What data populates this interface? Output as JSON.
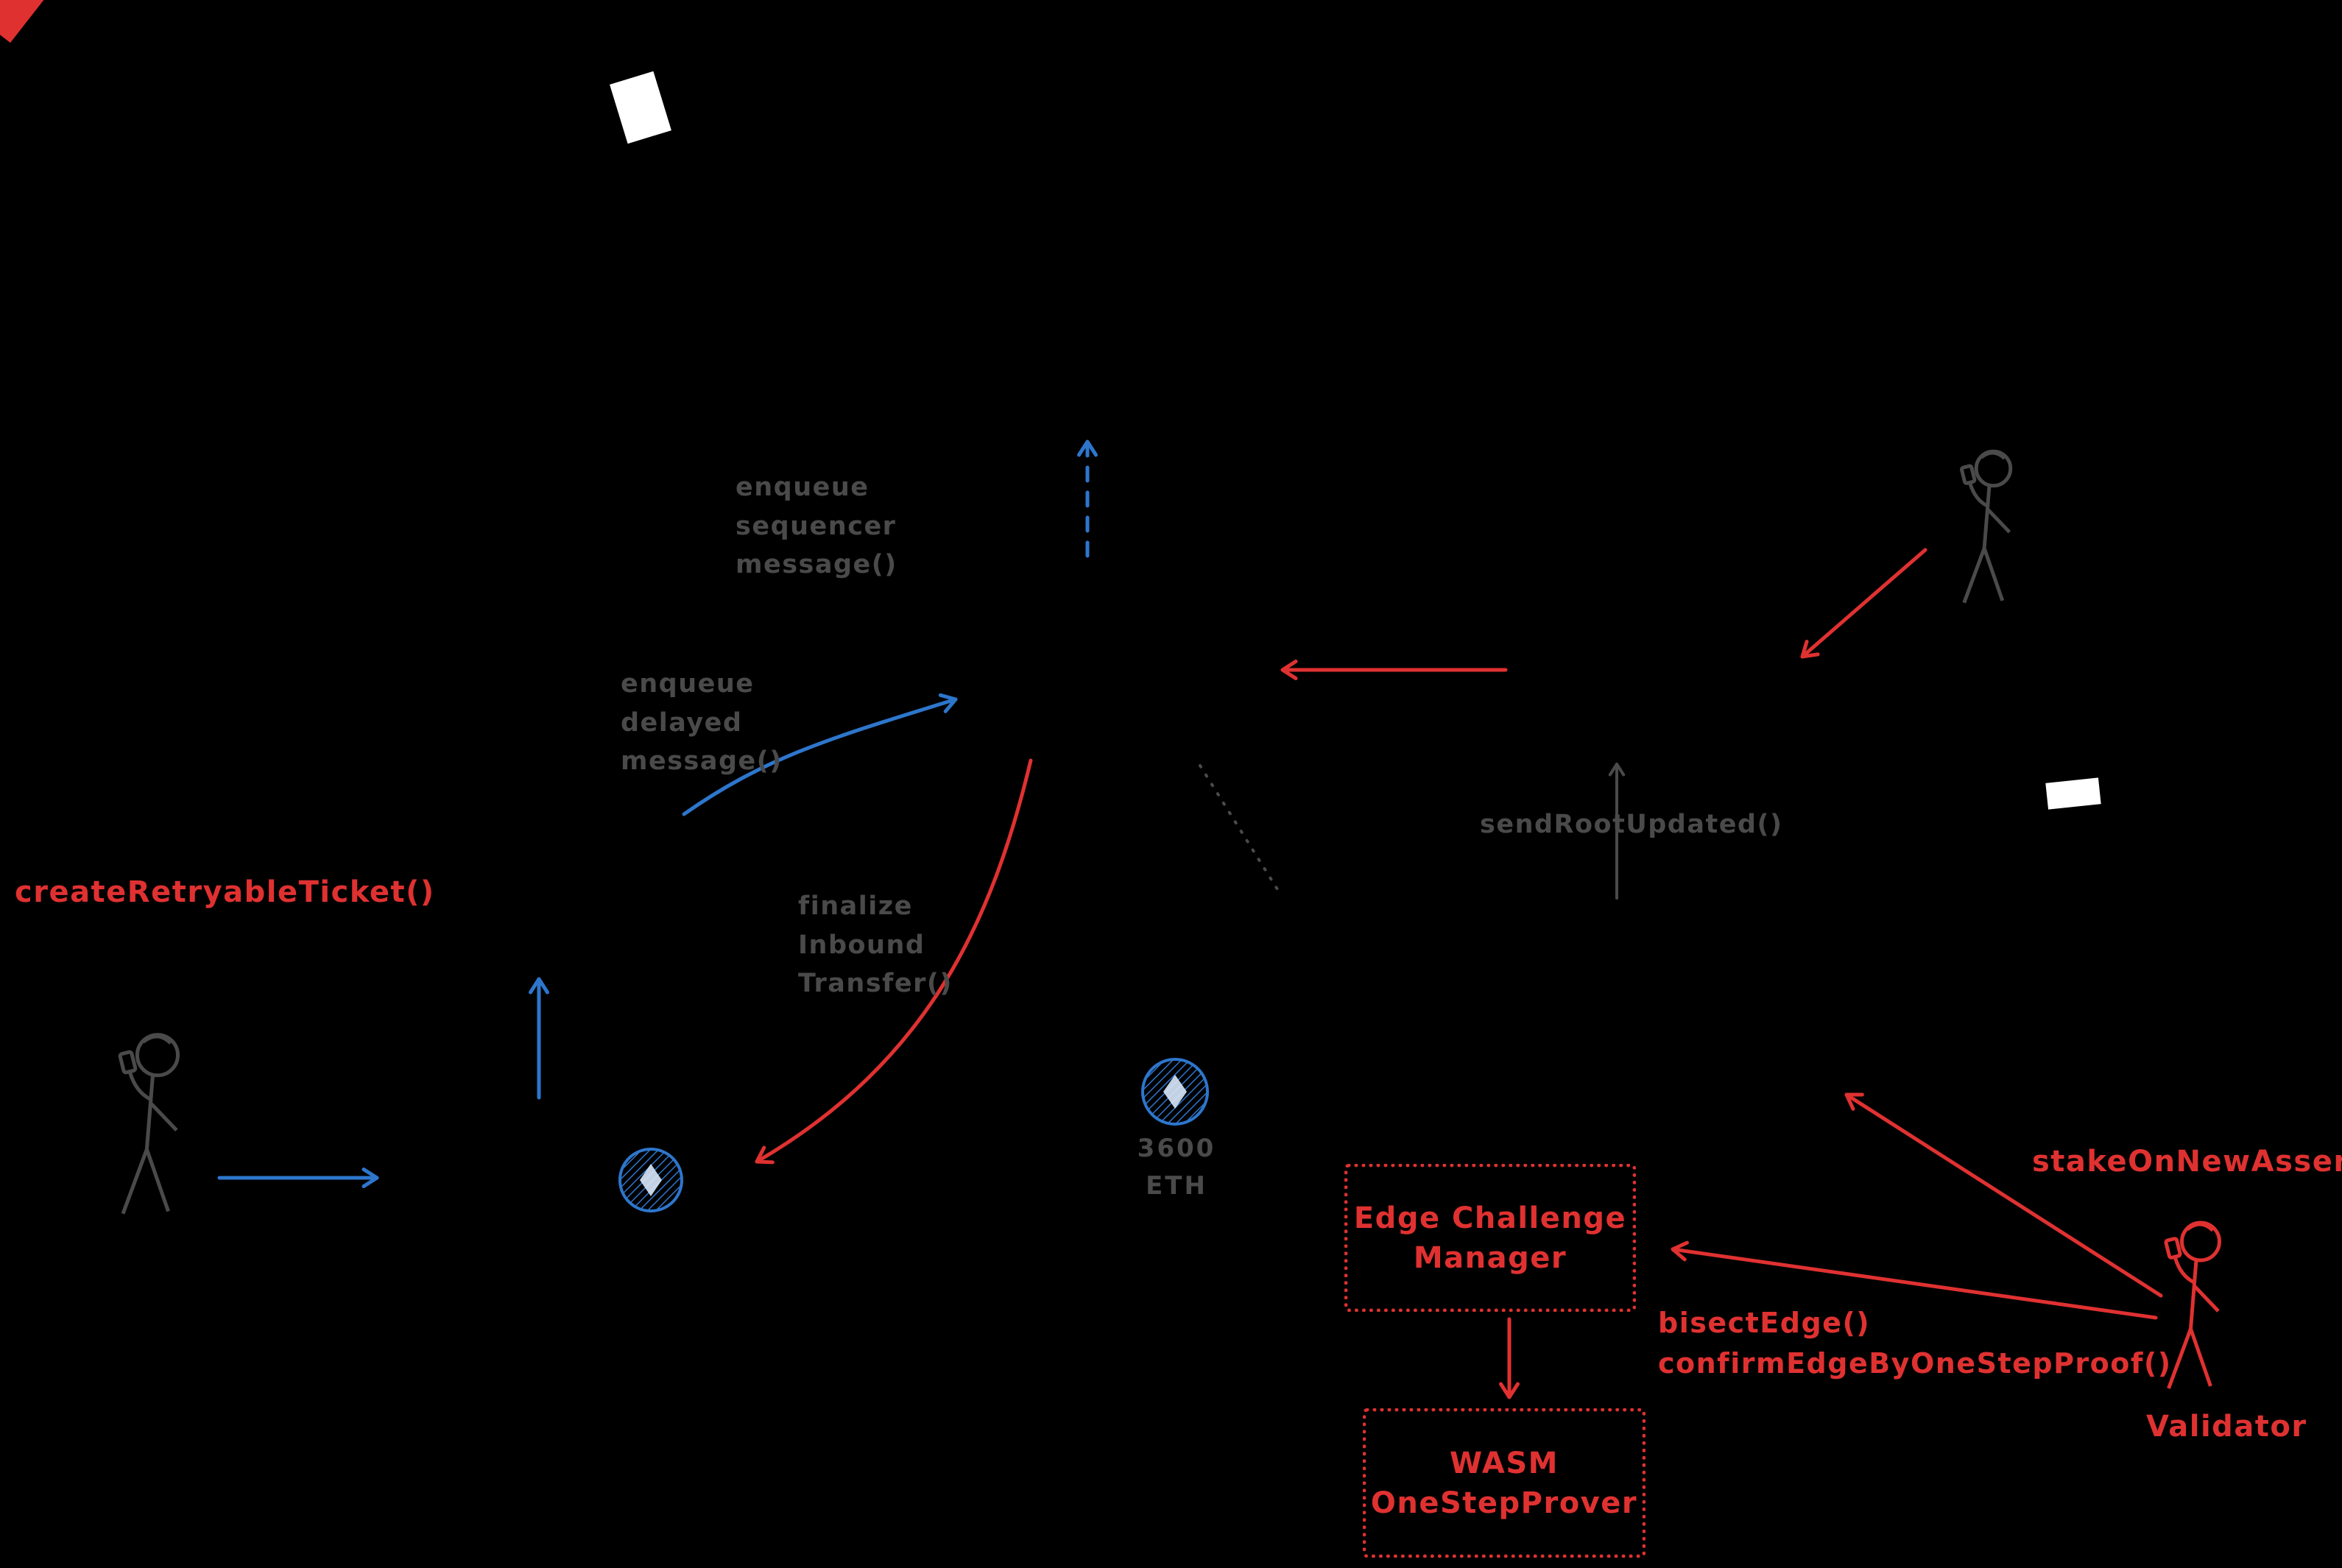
{
  "colors": {
    "bg": "#000000",
    "blue": "#2d76cc",
    "red": "#e03131",
    "gray": "#4a4a4a",
    "white": "#ffffff",
    "diamond": "#d9e8fb"
  },
  "labels": {
    "enqueue_sequencer_message": "enqueue\nsequencer\nmessage()",
    "enqueue_delayed_message": "enqueue\ndelayed\nmessage()",
    "send_root_updated": "sendRootUpdated()",
    "create_retryable_ticket": "createRetryableTicket()",
    "finalize_inbound_transfer": "finalize\nInbound\nTransfer()",
    "eth_amount": "3600 ETH",
    "stake_on_new_assertion": "stakeOnNewAssertion()",
    "bisect_edge_calls": "bisectEdge()\nconfirmEdgeByOneStepProof()",
    "validator": "Validator"
  },
  "boxes": {
    "edge_challenge_manager": "Edge Challenge\nManager",
    "wasm_one_step_prover": "WASM\nOneStepProver"
  },
  "icons": {
    "eth_coin": "eth-coin-icon",
    "user_left": "stick-figure-user-icon",
    "user_right": "stick-figure-user-icon",
    "validator_figure": "stick-figure-validator-icon",
    "white_paper": "white-paper-shape",
    "white_bar": "white-bar-shape",
    "red_corner": "red-corner-shape"
  }
}
